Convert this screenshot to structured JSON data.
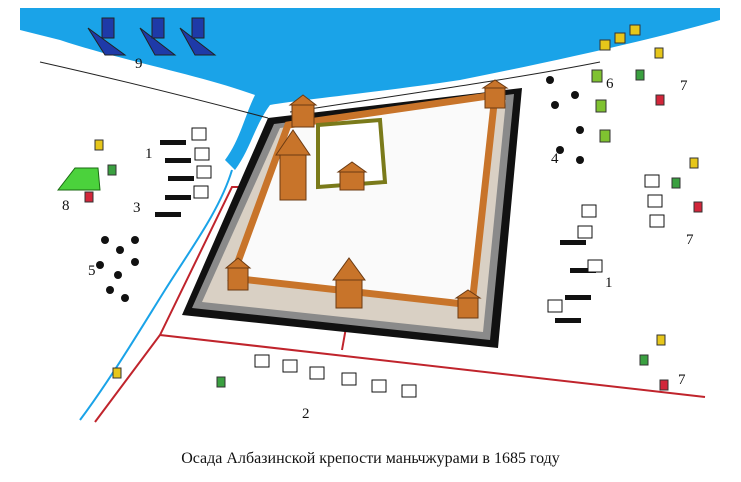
{
  "caption": "Осада Албазинской крепости маньчжурами в 1685 году",
  "labels": {
    "l9": "9",
    "l6": "6",
    "l7a": "7",
    "l1a": "1",
    "l4": "4",
    "l8": "8",
    "l3": "3",
    "l5": "5",
    "l7b": "7",
    "l1b": "1",
    "l2": "2",
    "l7c": "7"
  },
  "colors": {
    "river": "#1aa3e8",
    "wall": "#c8742a",
    "red_line": "#c0242c",
    "tent": "#4bd23c"
  }
}
